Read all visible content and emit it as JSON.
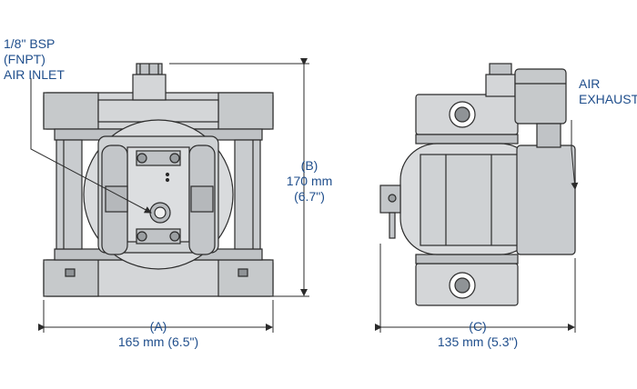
{
  "colors": {
    "accent": "#1f4e8c",
    "body_fill": "#d4d6d8",
    "shade_fill": "#b9bcbf",
    "outline": "#2b2b2b"
  },
  "labels": {
    "air_inlet": [
      "1/8\" BSP",
      "(FNPT)",
      "AIR INLET"
    ],
    "air_exhaust": [
      "AIR",
      "EXHAUST"
    ],
    "dim_a": {
      "letter": "(A)",
      "value": "165 mm (6.5\")"
    },
    "dim_b": {
      "letter": "(B)",
      "value": "170 mm",
      "value2": "(6.7\")"
    },
    "dim_c": {
      "letter": "(C)",
      "value": "135 mm (5.3\")"
    }
  }
}
